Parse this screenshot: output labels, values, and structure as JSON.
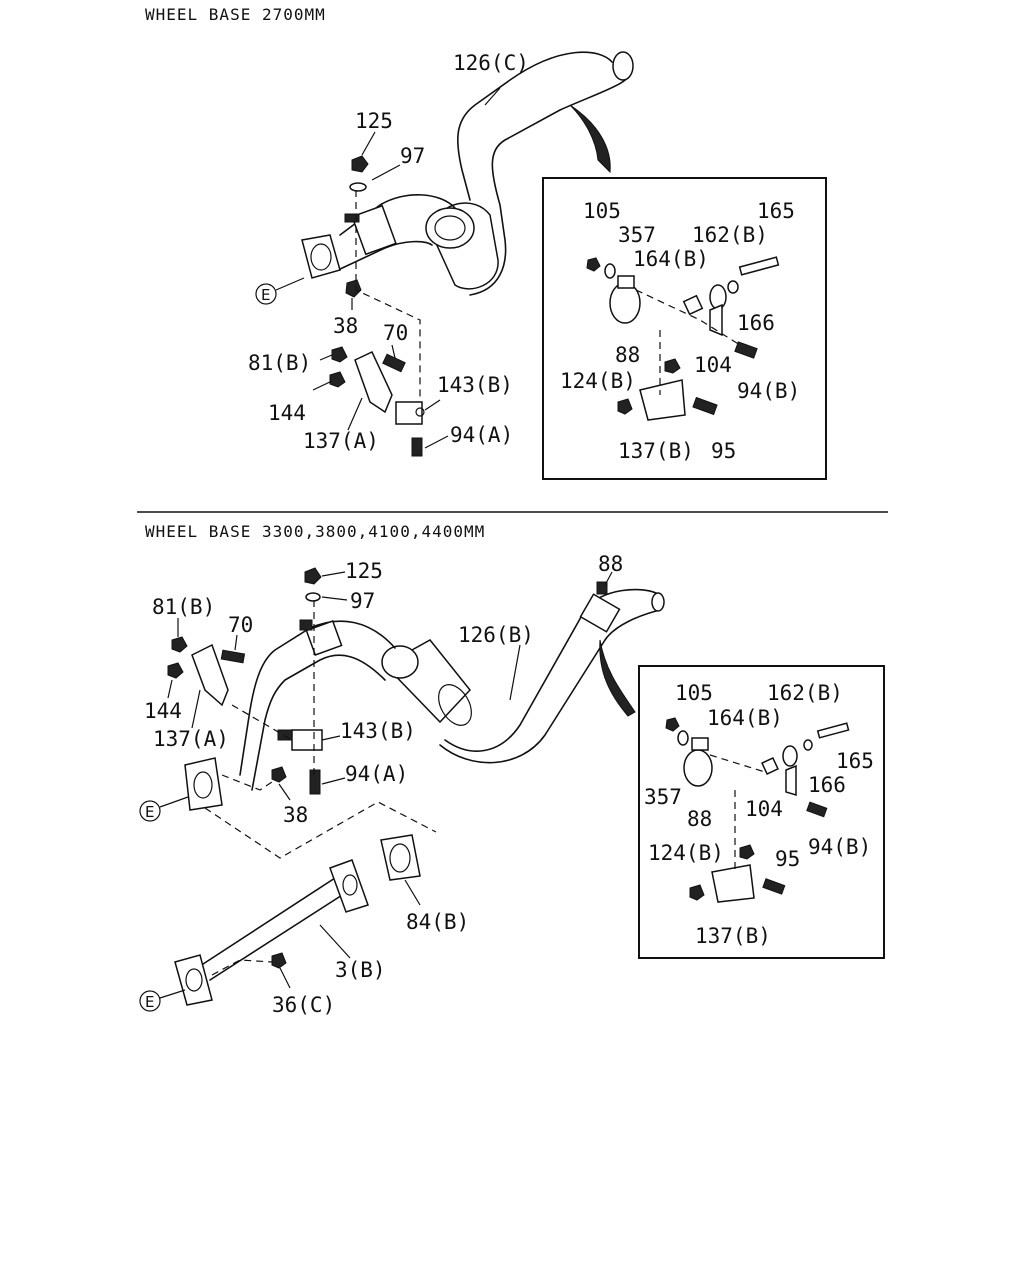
{
  "sections": [
    {
      "header": "WHEEL BASE 2700MM"
    },
    {
      "header": "WHEEL BASE 3300,3800,4100,4400MM"
    }
  ],
  "labels": {
    "top": {
      "p126c": "126(C)",
      "p125": "125",
      "p97": "97",
      "pE": "E",
      "p38": "38",
      "p70": "70",
      "p81b": "81(B)",
      "p144": "144",
      "p137a": "137(A)",
      "p143b": "143(B)",
      "p94a": "94(A)"
    },
    "top_inset": {
      "p105": "105",
      "p357": "357",
      "p162b": "162(B)",
      "p165": "165",
      "p164b": "164(B)",
      "p166": "166",
      "p88": "88",
      "p104": "104",
      "p124b": "124(B)",
      "p94b": "94(B)",
      "p137b": "137(B)",
      "p95": "95"
    },
    "bottom": {
      "p88": "88",
      "p125": "125",
      "p97": "97",
      "p81b": "81(B)",
      "p70": "70",
      "p126b": "126(B)",
      "p144": "144",
      "p137a": "137(A)",
      "p143b": "143(B)",
      "p94a": "94(A)",
      "pE1": "E",
      "p38": "38",
      "p84b": "84(B)",
      "p3b": "3(B)",
      "pE2": "E",
      "p36c": "36(C)"
    },
    "bottom_inset": {
      "p105": "105",
      "p162b": "162(B)",
      "p164b": "164(B)",
      "p165": "165",
      "p166": "166",
      "p357": "357",
      "p88": "88",
      "p104": "104",
      "p124b": "124(B)",
      "p95": "95",
      "p94b": "94(B)",
      "p137b": "137(B)"
    }
  }
}
